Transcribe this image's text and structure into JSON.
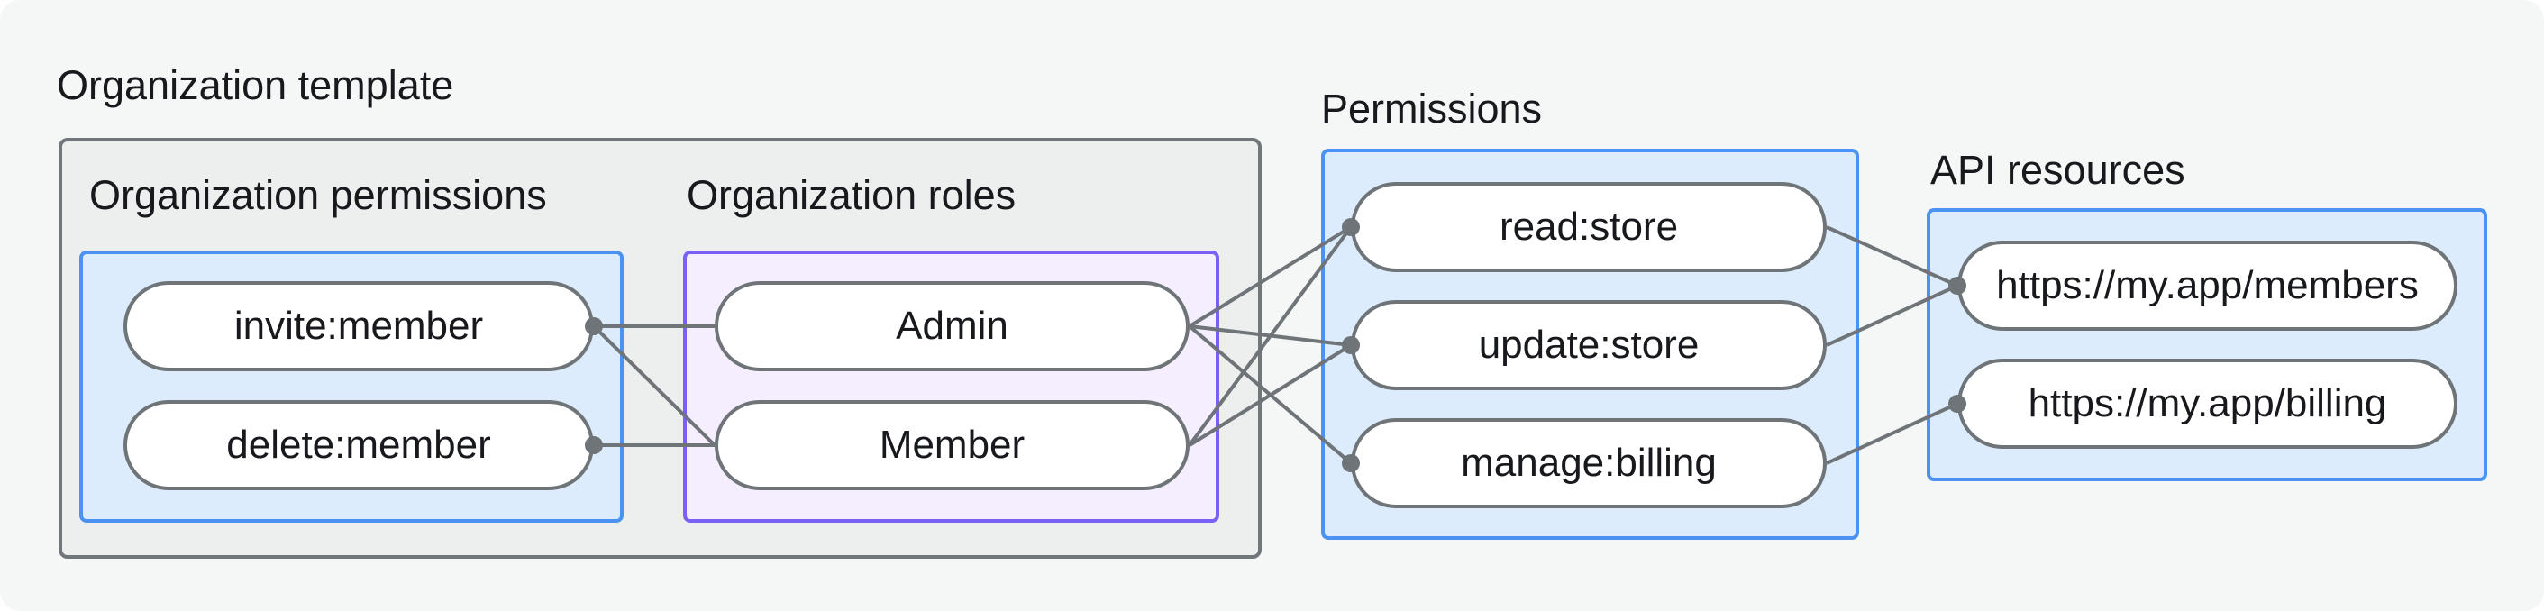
{
  "colors": {
    "canvas_bg": "#f5f6f6",
    "template_box_bg": "#edefef",
    "template_box_border": "#71767b",
    "blue_box_bg": "#ddecfc",
    "blue_box_border": "#4b92f2",
    "purple_box_bg": "#f4eefe",
    "purple_box_border": "#7b60f6",
    "node_bg": "#ffffff",
    "node_border": "#6e7478",
    "connector": "#6e7478",
    "text": "#17191d"
  },
  "organization_template": {
    "title": "Organization template",
    "permissions_group": {
      "label": "Organization permissions",
      "items": [
        "invite:member",
        "delete:member"
      ]
    },
    "roles_group": {
      "label": "Organization roles",
      "items": [
        "Admin",
        "Member"
      ]
    }
  },
  "permissions_section": {
    "label": "Permissions",
    "items": [
      "read:store",
      "update:store",
      "manage:billing"
    ]
  },
  "api_resources_section": {
    "label": "API resources",
    "items": [
      "https://my.app/members",
      "https://my.app/billing"
    ]
  },
  "connections": {
    "edges": [
      {
        "from": "invite-member",
        "to": "admin"
      },
      {
        "from": "invite-member",
        "to": "member"
      },
      {
        "from": "delete-member",
        "to": "member"
      },
      {
        "from": "admin",
        "to": "read-store"
      },
      {
        "from": "admin",
        "to": "update-store"
      },
      {
        "from": "admin",
        "to": "manage-billing"
      },
      {
        "from": "member",
        "to": "read-store"
      },
      {
        "from": "member",
        "to": "update-store"
      },
      {
        "from": "read-store",
        "to": "api-members"
      },
      {
        "from": "update-store",
        "to": "api-members"
      },
      {
        "from": "manage-billing",
        "to": "api-billing"
      }
    ],
    "dots": [
      {
        "node": "invite-member",
        "side": "right"
      },
      {
        "node": "delete-member",
        "side": "right"
      },
      {
        "node": "read-store",
        "side": "left"
      },
      {
        "node": "update-store",
        "side": "left"
      },
      {
        "node": "manage-billing",
        "side": "left"
      },
      {
        "node": "api-members",
        "side": "left"
      },
      {
        "node": "api-billing",
        "side": "left"
      }
    ],
    "line_width": 4,
    "dot_radius": 10
  }
}
